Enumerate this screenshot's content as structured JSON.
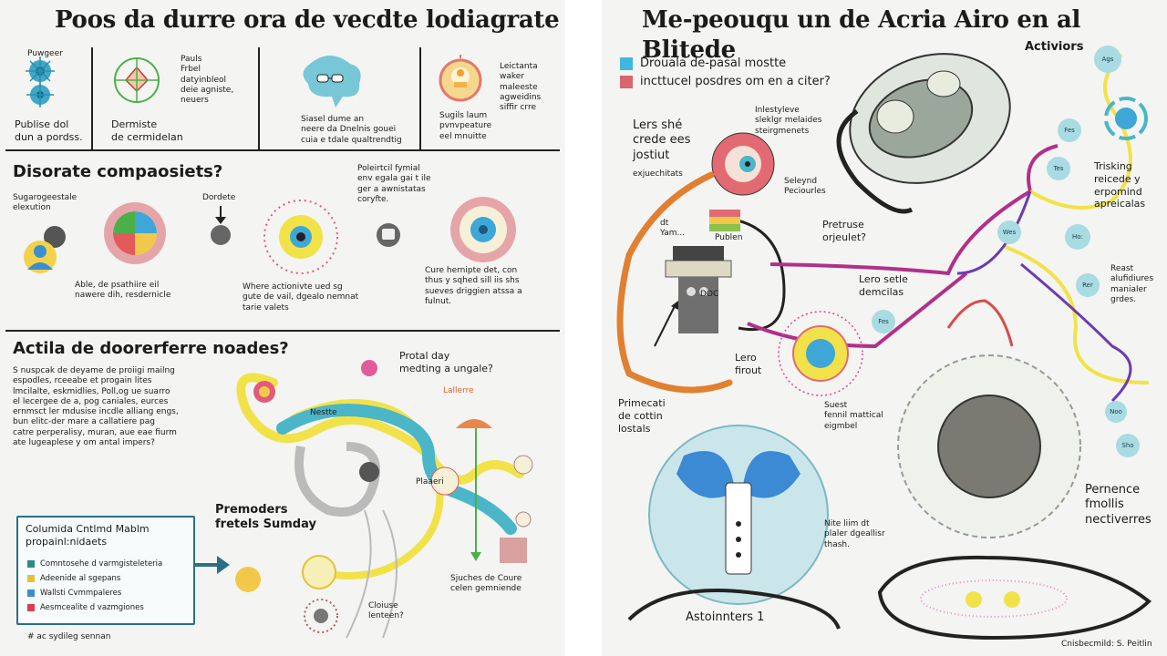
{
  "left_panel": {
    "title": "Poos da durre ora de vecdte lodiagrate",
    "row1": [
      {
        "caption_top": "Puwgeer",
        "caption": "Publise dol\ndun a pordss."
      },
      {
        "side": "Pauls\nFrbel\ndatyinbleol\ndeie agniste,\nneuers",
        "caption": "Dermiste\nde cermidelan"
      },
      {
        "caption": "Siasel dume an\nneere da Dnelnis gouei\ncuia e tdale qualtrendtig"
      },
      {
        "side": "Leictanta\nwaker\nmaleeste\nagweidins\nsiffir crre",
        "caption": "Sugils laum\npvnvpeature\neel mnuitte"
      }
    ],
    "section2_heading": "Disorate compaosiets?",
    "section2": {
      "label_a": "Sugarogeestale\nelexution",
      "label_b": "Dordete",
      "label_c": "Poleirtcil fymial\nenv egala gai t ile\nger a awnistatas\ncoryfte.",
      "caption_a": "Able, de psathiire eil\nnawere dih, resdernicle",
      "caption_b": "Where actionivte ued sg\ngute de vail, dgealo nemnat\ntarie valets",
      "caption_c": "Cure hernipte det, con\nthus y sqhed sill iis shs\nsueves driggien atssa a\nfulnut."
    },
    "section3_heading": "Actila de doorerferre noades?",
    "section3": {
      "body": "S nuspcak de deyame de proiigi mailng\nespodles, rceeabe et progain lites\nlmcilalte, eskmidlies, Poll,og ue suarro\nel lecergee de a, pog caniales, eurces\nernmsct ler mdusise incdle alliang engs,\nbun elitc-der mare a callatiere pag\ncatre perperalisy, muran, aue eae fiurm\nate lugeaplese y om antal impers?",
      "path_label_1": "Protal day\nmedting a ungale?",
      "path_tag_1": "Lallerre",
      "path_tag_2": "Nestte",
      "path_tag_3": "Plaaeri",
      "promoters": "Premoders\nfretels Sumday",
      "closing_1": "Cloiuse\nlenteen?",
      "closing_2": "Sjuches de Coure\ncelen gemniende"
    },
    "legend": {
      "title": "Columida Cntlmd Mablm\npropainl:nidaets",
      "items": [
        {
          "label": "Comntosehe d varmgisteleteria",
          "color": "#2d8a8a"
        },
        {
          "label": "Adeenide al sgepans",
          "color": "#e3c23a"
        },
        {
          "label": "Wallsti Cvmmpaleres",
          "color": "#3b8dc7"
        },
        {
          "label": "Aesmcealite d vazmgiones",
          "color": "#d9414f"
        }
      ]
    },
    "footnote": "# ac sydileg sennan"
  },
  "right_panel": {
    "title": "Me-peouqu un de Acria Airo en al Blitede",
    "legend": [
      {
        "label": "Drouala de-pasal mostte",
        "color": "#3fb8df"
      },
      {
        "label": "incttucel posdres om en a citer?",
        "color": "#d9656e"
      }
    ],
    "labels": {
      "activiors": "Activiors",
      "lers": "Lers shé\ncrede ees\njostiut",
      "lers_sub": "exjuechitats",
      "eye_note": "Inlestyleve\nsleklgr melaides\nsteirgmenets",
      "seleynd": "Seleynd\nPeciourles",
      "dt": "dt\nYam...",
      "publen": "Publen",
      "doc": "DOC",
      "pretruse": "Pretruse\norjeulet?",
      "lero_settle": "Lero setle\ndemcilas",
      "lero_firout": "Lero\nfirout",
      "suest": "Suest\nfennil mattical\neigmbel",
      "primecati": "Primecati\nde cottin\nlostals",
      "trisking": "Trisking\nreicede y\nerpomind\napreicalas",
      "reast": "Reast\nalufidiures\nmanialer\ngrdes.",
      "pernence": "Pernence\nfmollis\nnectiverres",
      "nite": "Nite liim dt\nplaler dgeallisr\nthash.",
      "astoinnters": "Astoinnters 1",
      "footnote": "Cnisbecmild: S. Peitlin"
    },
    "nodes": [
      "Ags",
      "Fes",
      "Tes",
      "Wes",
      "Ho:",
      "Rer",
      "Fes",
      "Noo",
      "Sho"
    ]
  }
}
